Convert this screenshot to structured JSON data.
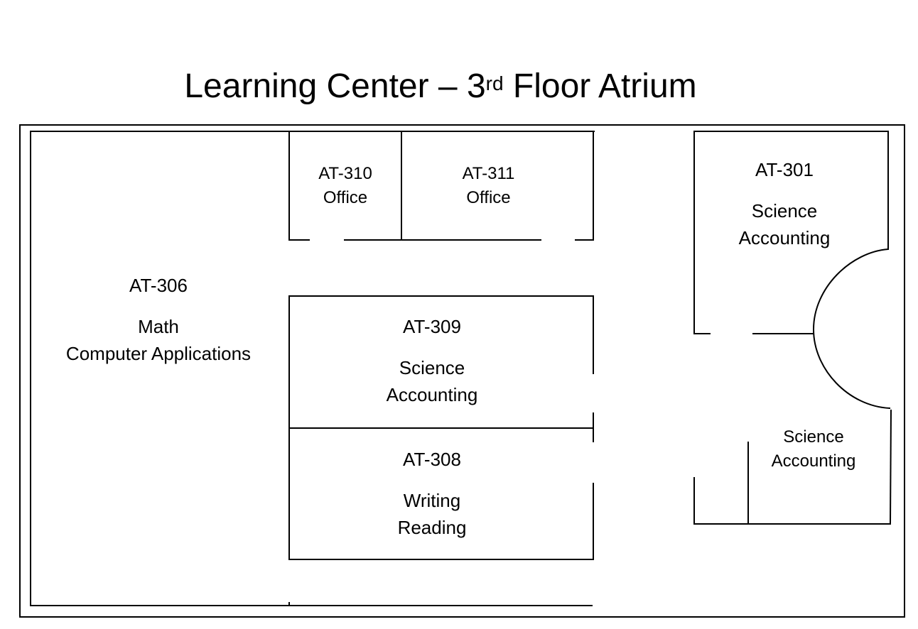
{
  "title": {
    "main": "Learning Center – 3",
    "superscript": "rd",
    "rest": " Floor Atrium"
  },
  "rooms": {
    "at306": {
      "number": "AT-306",
      "subjects": [
        "Math",
        "Computer Applications"
      ]
    },
    "at310": {
      "number": "AT-310",
      "type": "Office"
    },
    "at311": {
      "number": "AT-311",
      "type": "Office"
    },
    "at309": {
      "number": "AT-309",
      "subjects": [
        "Science",
        "Accounting"
      ]
    },
    "at308": {
      "number": "AT-308",
      "subjects": [
        "Writing",
        "Reading"
      ]
    },
    "at301": {
      "number": "AT-301",
      "subjects": [
        "Science",
        "Accounting"
      ]
    },
    "annex": {
      "subjects": [
        "Science",
        "Accounting"
      ]
    }
  },
  "colors": {
    "wall": "#000000",
    "background": "#ffffff"
  }
}
